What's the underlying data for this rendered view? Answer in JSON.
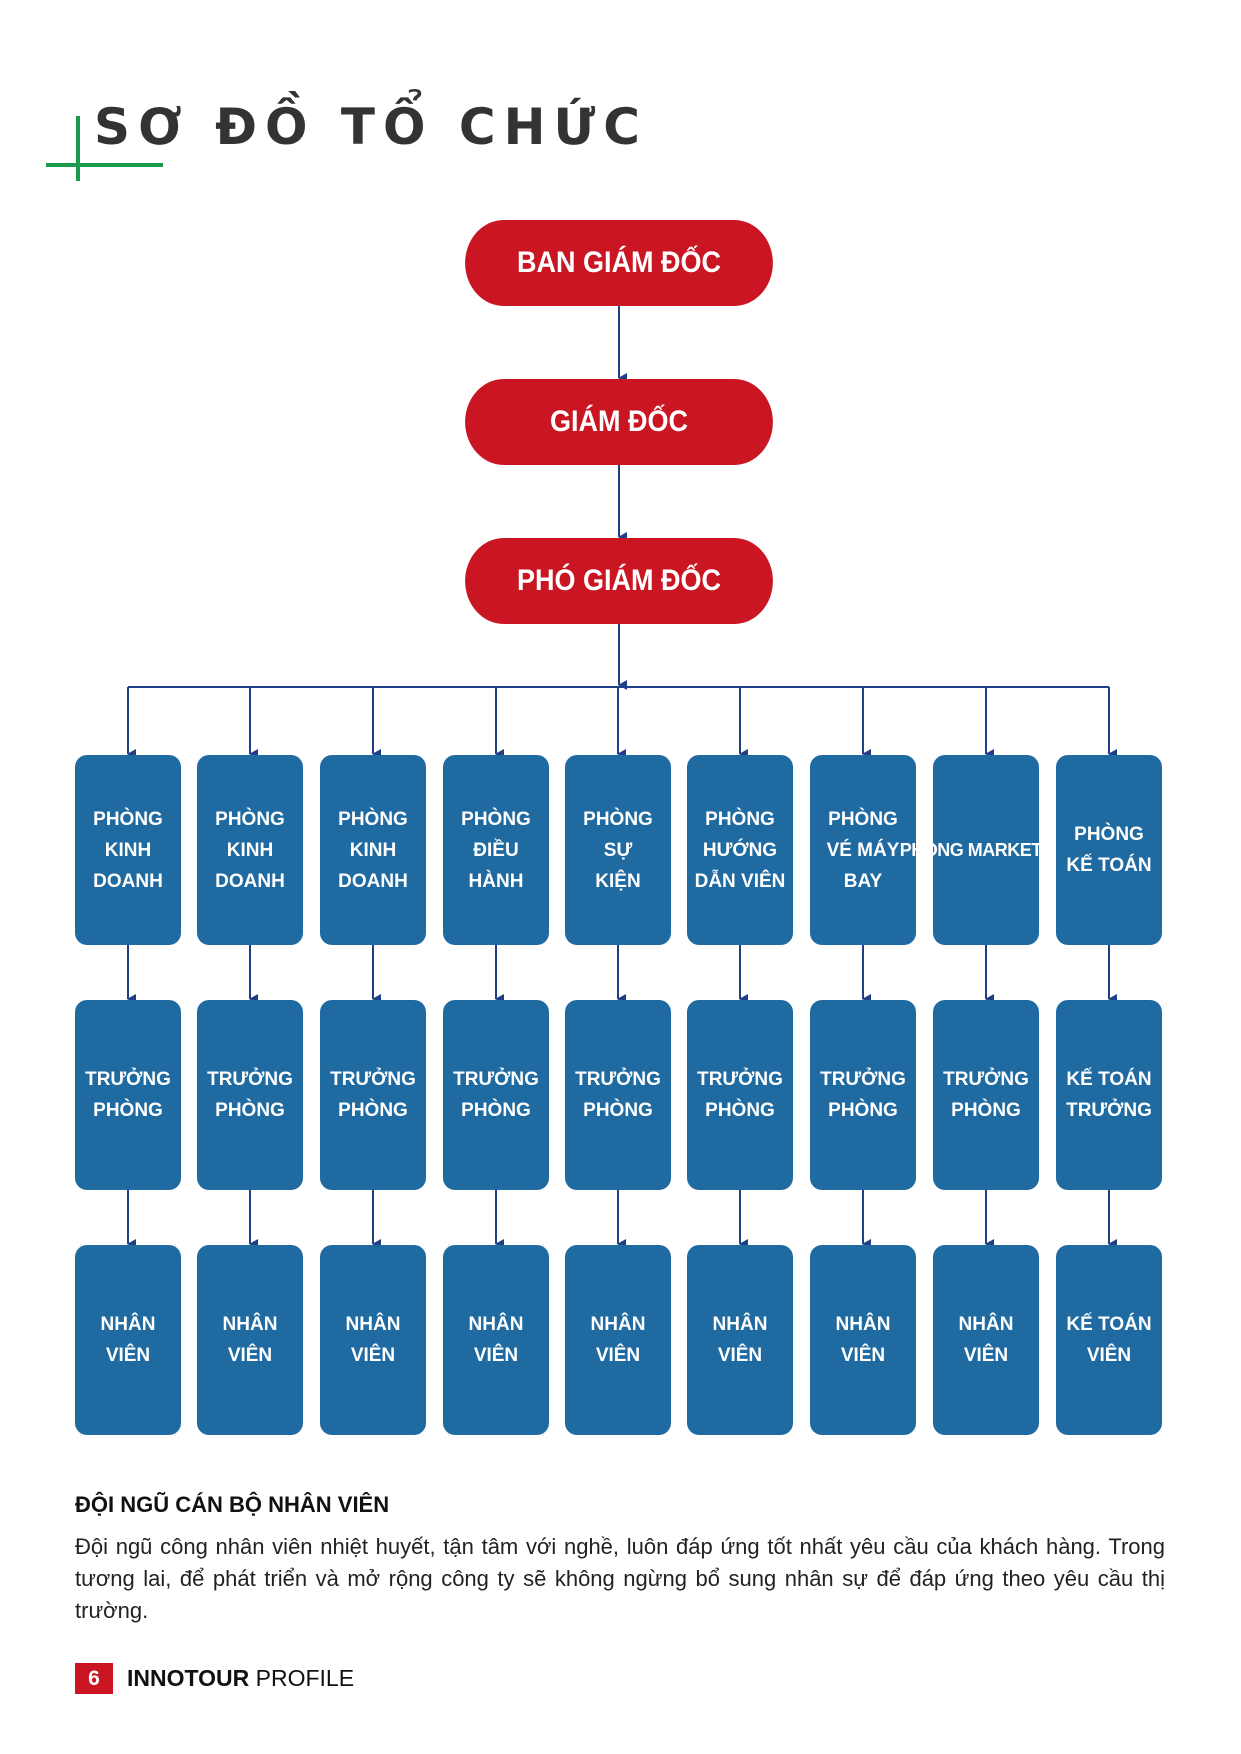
{
  "page_title": "SƠ ĐỒ TỔ CHỨC",
  "org_chart": {
    "top_levels": [
      "BAN GIÁM ĐỐC",
      "GIÁM ĐỐC",
      "PHÓ GIÁM ĐỐC"
    ],
    "departments": [
      {
        "name": "PHÒNG\nKINH\nDOANH",
        "head": "TRƯỞNG\nPHÒNG",
        "staff": "NHÂN\nVIÊN"
      },
      {
        "name": "PHÒNG\nKINH\nDOANH",
        "head": "TRƯỞNG\nPHÒNG",
        "staff": "NHÂN\nVIÊN"
      },
      {
        "name": "PHÒNG\nKINH\nDOANH",
        "head": "TRƯỞNG\nPHÒNG",
        "staff": "NHÂN\nVIÊN"
      },
      {
        "name": "PHÒNG\nĐIỀU\nHÀNH",
        "head": "TRƯỞNG\nPHÒNG",
        "staff": "NHÂN\nVIÊN"
      },
      {
        "name": "PHÒNG\nSỰ\nKIỆN",
        "head": "TRƯỞNG\nPHÒNG",
        "staff": "NHÂN\nVIÊN"
      },
      {
        "name": "PHÒNG\nHƯỚNG\nDẪN VIÊN",
        "head": "TRƯỞNG\nPHÒNG",
        "staff": "NHÂN\nVIÊN"
      },
      {
        "name": "PHÒNG\nVÉ MÁY\nBAY",
        "head": "TRƯỞNG\nPHÒNG",
        "staff": "NHÂN\nVIÊN"
      },
      {
        "name": "PHÒNG\nMARKETING",
        "head": "TRƯỞNG\nPHÒNG",
        "staff": "NHÂN\nVIÊN"
      },
      {
        "name": "PHÒNG\nKẾ TOÁN",
        "head": "KẾ TOÁN\nTRƯỞNG",
        "staff": "KẾ TOÁN\nVIÊN"
      }
    ]
  },
  "section": {
    "heading": "ĐỘI NGŨ CÁN BỘ NHÂN VIÊN",
    "body": "Đội ngũ công nhân viên nhiệt huyết, tận tâm với nghề, luôn đáp ứng tốt nhất yêu cầu của khách hàng. Trong tương lai, để phát triển và mở rộng công ty sẽ không ngừng bổ sung nhân sự để đáp ứng theo yêu cầu thị trường."
  },
  "footer": {
    "page_number": "6",
    "brand_bold": "INNOTOUR",
    "brand_light": "PROFILE"
  },
  "colors": {
    "red": "#c91622",
    "blue": "#1e6aa1",
    "connector": "#1f3f86",
    "accent_green": "#1a9a4a"
  }
}
